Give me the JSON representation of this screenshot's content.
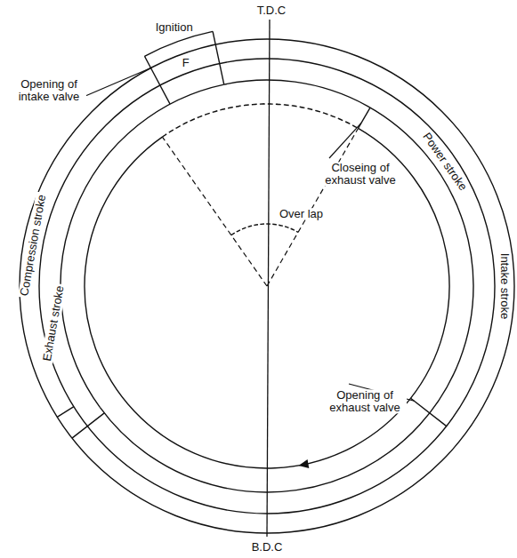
{
  "diagram": {
    "labels": [
      "T.D.C",
      "Ignition",
      "F",
      "Opening of intake valve",
      "Closeing of exhaust valve",
      "Over lap",
      "Power stroke",
      "Intake stroke",
      "Compression stroke",
      "Exhaust stroke",
      "Opening of exhaust valve",
      "B.D.C"
    ]
  }
}
